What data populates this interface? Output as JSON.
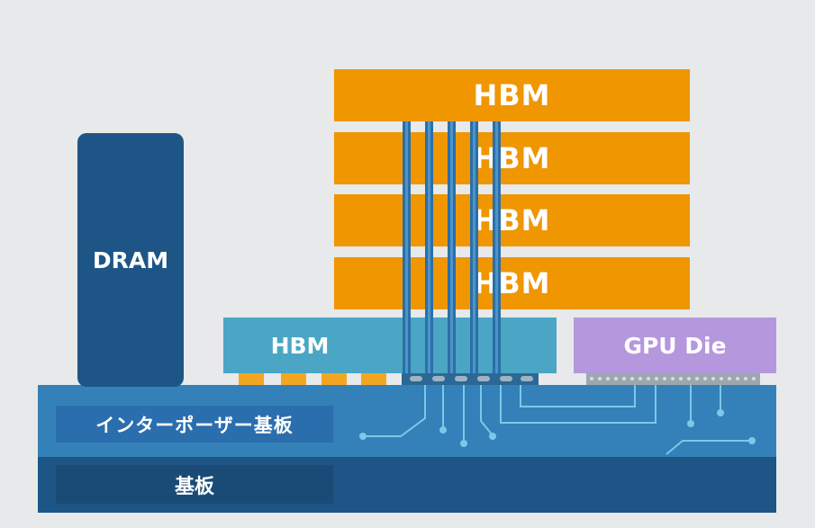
{
  "labels": {
    "dram": "DRAM",
    "hbm_stack": [
      "HBM",
      "HBM",
      "HBM",
      "HBM"
    ],
    "hbm_base": "HBM",
    "gpu_die": "GPU Die",
    "interposer": "インターポーザー基板",
    "substrate": "基板"
  },
  "colors": {
    "background": "#e7e9ea",
    "hbm": "#ef9600",
    "hbm_base": "#4aa6c4",
    "dram": "#1d5587",
    "gpu_die": "#b497dd",
    "interposer": "#3480b8",
    "substrate": "#1d5587",
    "tsv": "#2a6fa8",
    "trace": "#7ec7e8"
  }
}
